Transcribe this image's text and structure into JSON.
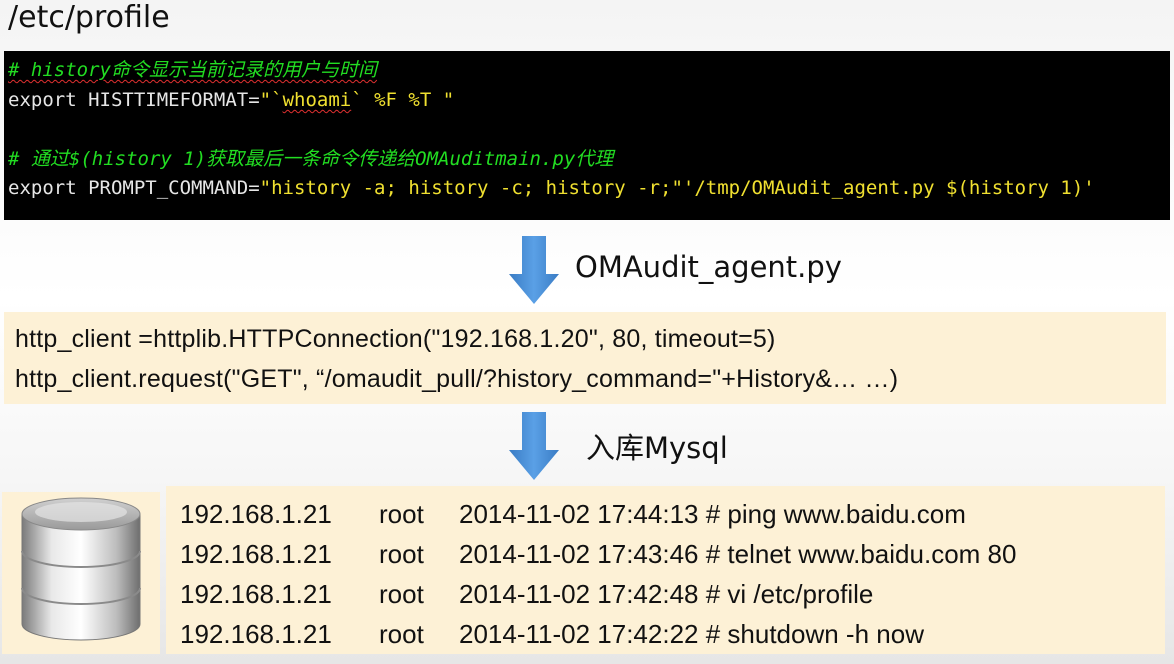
{
  "title": "/etc/profile",
  "terminal": {
    "comment1": "# history命令显示当前记录的用户与时间",
    "export1_kw": "export HISTTIMEFORMAT=",
    "export1_q1": "\"`",
    "export1_whoami": "whoami",
    "export1_q2": "` %F %T \"",
    "comment2": "# 通过$(history 1)获取最后一条命令传递给OMAuditmain.py代理",
    "export2_kw": "export PROMPT_COMMAND=",
    "export2_val": "\"history -a; history -c; history -r;\"'/tmp/OMAudit_agent.py $(history 1)'"
  },
  "arrow1_label": "OMAudit_agent.py",
  "code": {
    "line1": "http_client =httplib.HTTPConnection(\"192.168.1.20\", 80, timeout=5)",
    "line2": "http_client.request(\"GET\", “/omaudit_pull/?history_command=\"+History&… …)"
  },
  "arrow2_label": "入库Mysql",
  "records": [
    {
      "ip": "192.168.1.21",
      "user": "root",
      "entry": "2014-11-02 17:44:13 # ping www.baidu.com"
    },
    {
      "ip": "192.168.1.21",
      "user": "root",
      "entry": "2014-11-02 17:43:46 # telnet www.baidu.com 80"
    },
    {
      "ip": "192.168.1.21",
      "user": "root",
      "entry": "2014-11-02 17:42:48 # vi /etc/profile"
    },
    {
      "ip": "192.168.1.21",
      "user": "root",
      "entry": "2014-11-02 17:42:22 # shutdown -h now"
    }
  ],
  "colors": {
    "terminal_bg": "#000000",
    "comment": "#22dd22",
    "string": "#f0e030",
    "arrow": "#4a8fd4",
    "box_bg": "#fdf1d6"
  },
  "icons": {
    "database": "database-icon",
    "arrow": "arrow-down-icon"
  }
}
